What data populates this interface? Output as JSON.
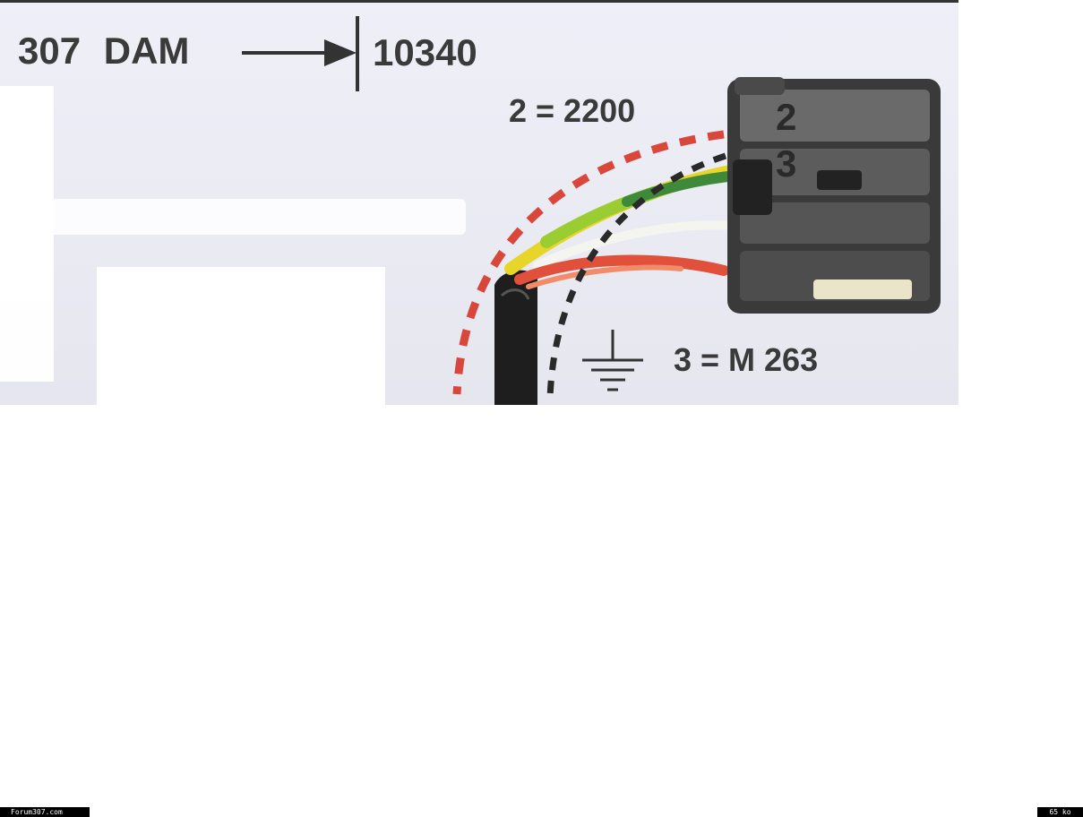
{
  "labels": {
    "model": "307 DAM",
    "dam_code": "10340",
    "pin2": "2 = 2200",
    "pin3": "3 = M 263",
    "pin2_num": "2",
    "pin3_num": "3"
  },
  "icons": {
    "arrow": "arrow-to-bar-icon",
    "ground": "ground-symbol-icon"
  },
  "colors": {
    "dashed_red": "#d9463a",
    "dashed_black": "#2a2a2a",
    "wire_yellow": "#e8d52a",
    "wire_green": "#3f8a3a",
    "wire_white": "#f5f5f0",
    "wire_red": "#e0503a",
    "connector": "#3a3a3a"
  },
  "footer": {
    "left": "Forum307.com",
    "right": "65 ko"
  }
}
